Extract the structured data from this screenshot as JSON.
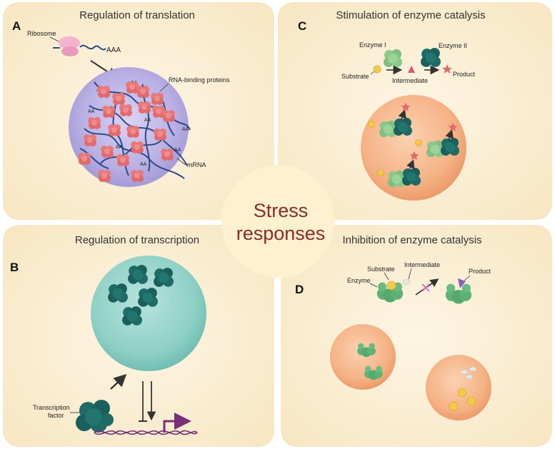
{
  "center": {
    "line1": "Stress",
    "line2": "responses"
  },
  "panels": {
    "A": {
      "letter": "A",
      "title": "Regulation of translation",
      "labels": {
        "ribosome": "Ribosome",
        "polyA": "AAA",
        "rbp": "RNA-binding proteins",
        "mrna": "mRNA",
        "aa": "AA"
      }
    },
    "B": {
      "letter": "B",
      "title": "Regulation of transcription",
      "labels": {
        "tf_line1": "Transcription",
        "tf_line2": "factor"
      }
    },
    "C": {
      "letter": "C",
      "title": "Stimulation of enzyme catalysis",
      "labels": {
        "enzyme1": "Enzyme I",
        "enzyme2": "Enzyme II",
        "substrate": "Substrate",
        "intermediate": "Intermediate",
        "product": "Product"
      }
    },
    "D": {
      "letter": "D",
      "title": "Inhibition of enzyme catalysis",
      "labels": {
        "substrate": "Substrate",
        "intermediate": "Intermediate",
        "enzyme": "Enzyme",
        "product": "Product"
      }
    }
  },
  "colors": {
    "panel_bg": "#fbefd6",
    "center": "#fdf1cf",
    "droplet_purple": "#b9b0e4",
    "droplet_teal": "#8fd0c6",
    "droplet_orange": "#f5b184",
    "rbp": "#e97878",
    "mrna": "#2d4a86",
    "enzyme_green": "#8ac98a",
    "enzyme_teal": "#1d6a66",
    "product_star": "#e06a6a",
    "substrate": "#f5c94a",
    "dna": "#7a2d78",
    "center_text": "#8c2a2a"
  }
}
